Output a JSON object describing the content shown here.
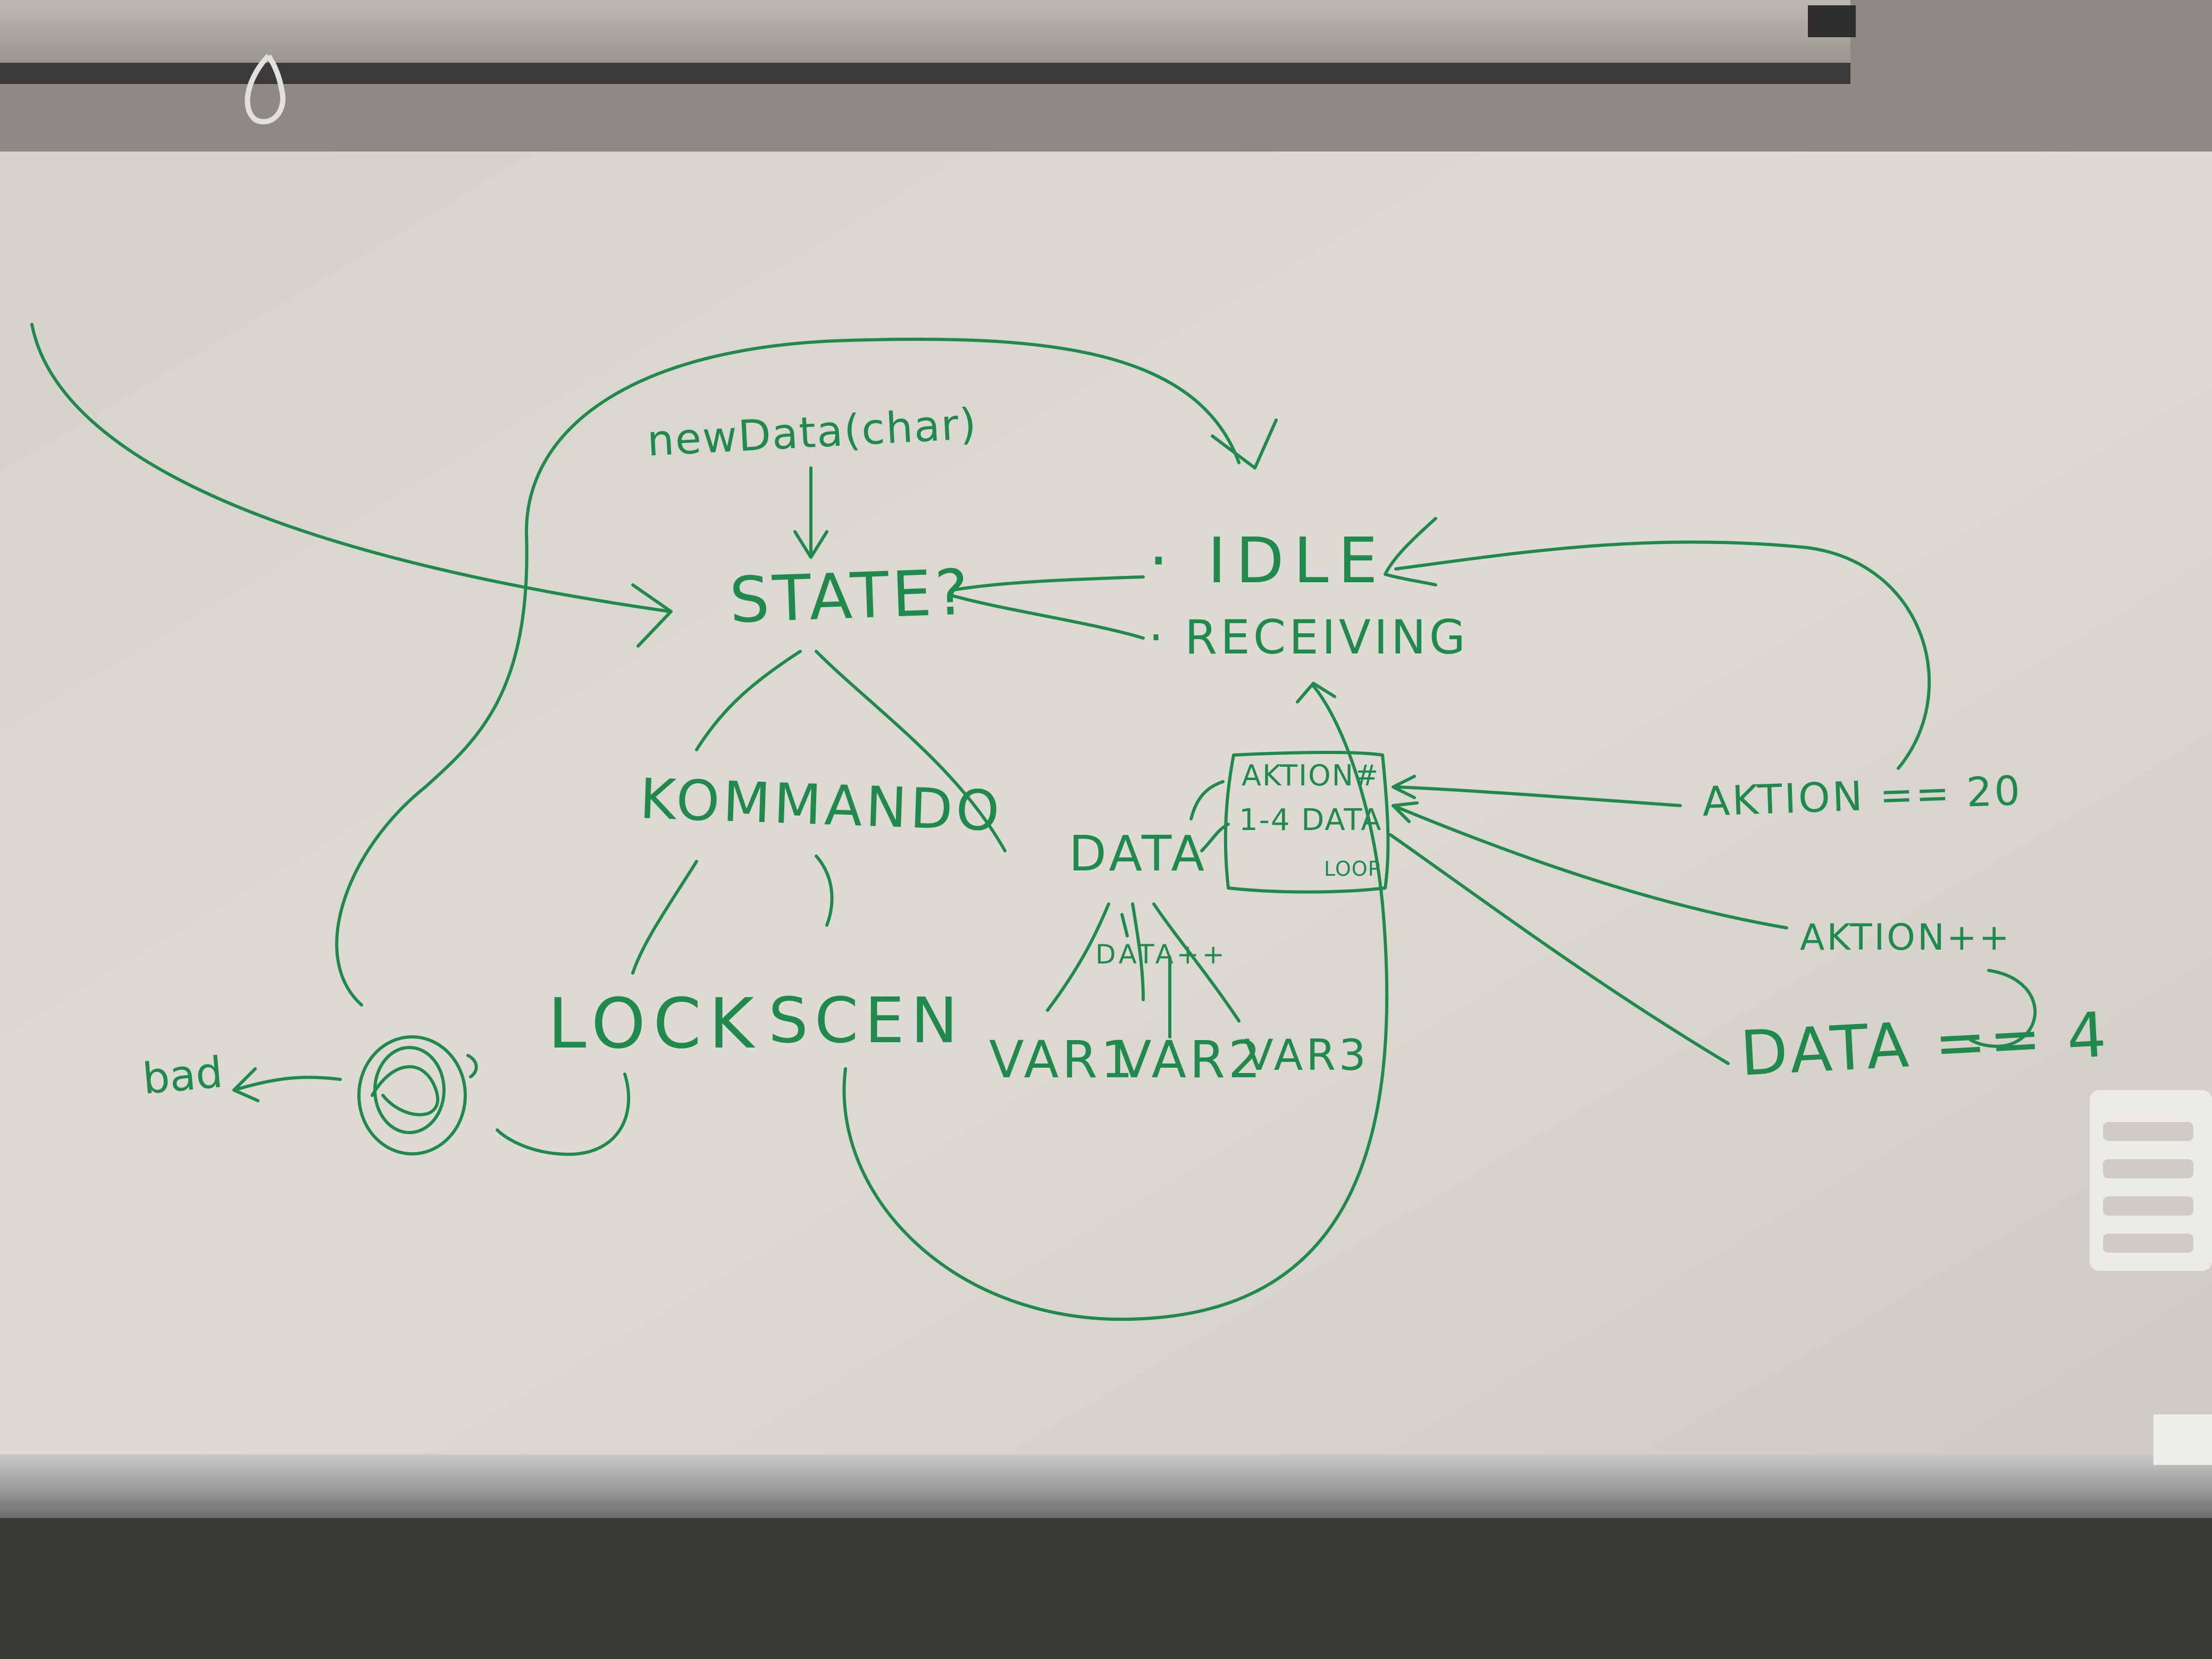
{
  "whiteboard": {
    "colors": {
      "marker": "#1f8a4c",
      "board": "#d9d6d0",
      "wall": "#3a3936",
      "tray": "#a8a9a6"
    },
    "labels": {
      "new_data": "newData(char)",
      "state": "STATE?",
      "idle": "· IDLE",
      "receiving": "· RECEIVING",
      "kommando": "KOMMANDO",
      "lock": "LOCK",
      "scen": "SCEN",
      "data": "DATA",
      "data_inc": "DATA++",
      "var1": "VAR1",
      "var2": "VAR2",
      "var3": "VAR3",
      "aktion_box_line1": "AKTION#",
      "aktion_box_line2": "1-4 DATA",
      "aktion_box_line3": "LOOP",
      "aktion_eq_20": "AKTION == 20",
      "aktion_inc": "AKTION++",
      "data_eq_4": "DATA == 4",
      "bad": "bad"
    }
  }
}
